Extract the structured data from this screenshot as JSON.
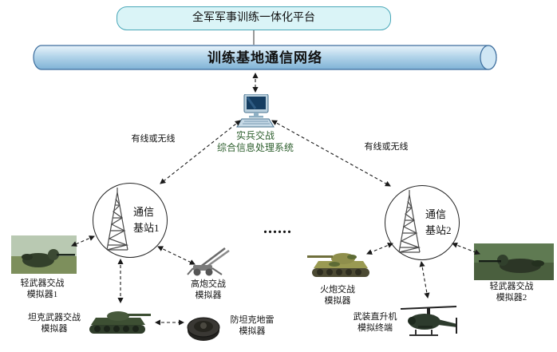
{
  "platform": {
    "title": "全军军事训练一体化平台"
  },
  "network": {
    "title": "训练基地通信网络"
  },
  "processor": {
    "label": "实兵交战\n综合信息处理系统"
  },
  "links": {
    "left": "有线或无线",
    "right": "有线或无线"
  },
  "stations": {
    "s1": "通信\n基站1",
    "s2": "通信\n基站2"
  },
  "ellipsis": "......",
  "simulators": {
    "light1": "轻武器交战\n模拟器1",
    "tank": "坦克武器交战\n模拟器",
    "aagun": "高炮交战\n模拟器",
    "mine": "防坦克地雷\n模拟器",
    "artillery": "火炮交战\n模拟器",
    "heli": "武装直升机\n模拟终端",
    "light2": "轻武器交战\n模拟器2"
  },
  "colors": {
    "platform_fill": "#daf4f7",
    "platform_border": "#49a7b8",
    "cylinder_fill_light": "#e9f4fb",
    "cylinder_fill_dark": "#7fb2d6",
    "cylinder_border": "#3d6e9e",
    "processor_label_green": "#2d5f2d",
    "line_color": "#1a1a1a"
  }
}
